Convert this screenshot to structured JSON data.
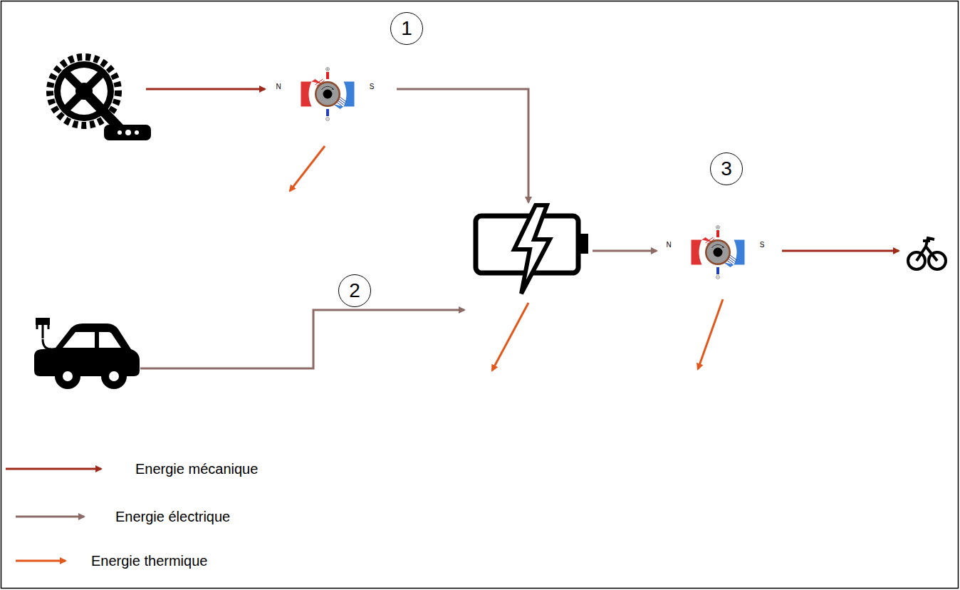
{
  "diagram": {
    "nodes": [
      {
        "text": [
          "1"
        ]
      },
      {
        "text": [
          "2"
        ]
      },
      {
        "text": [
          "3"
        ]
      }
    ],
    "labels": [
      "N",
      "S",
      "N",
      "S"
    ],
    "legend": [
      {
        "text": "Energie mécanique"
      },
      {
        "text": "Energie électrique"
      },
      {
        "text": "Energie thermique"
      }
    ]
  }
}
